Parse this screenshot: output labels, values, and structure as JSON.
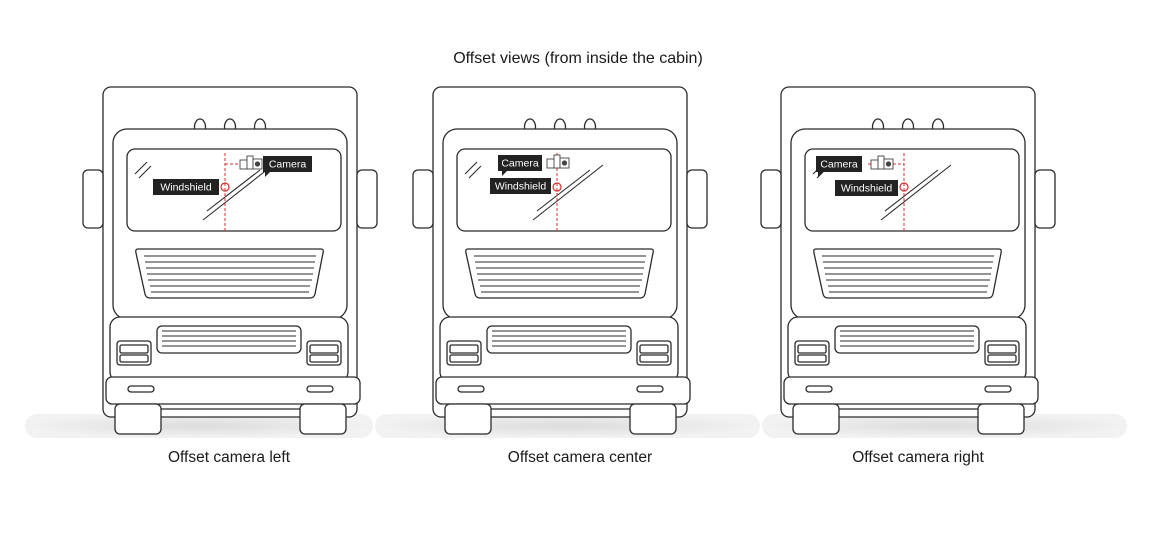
{
  "title": "Offset views (from inside the cabin)",
  "trucks": [
    {
      "caption": "Offset camera left",
      "camera_label": "Camera",
      "windshield_label": "Windshield"
    },
    {
      "caption": "Offset camera center",
      "camera_label": "Camera",
      "windshield_label": "Windshield"
    },
    {
      "caption": "Offset camera right",
      "camera_label": "Camera",
      "windshield_label": "Windshield"
    }
  ],
  "colors": {
    "outline": "#2b2b2b",
    "marker": "#d32f2f",
    "label_bg": "#222222",
    "ground": "#e6e6e6"
  }
}
